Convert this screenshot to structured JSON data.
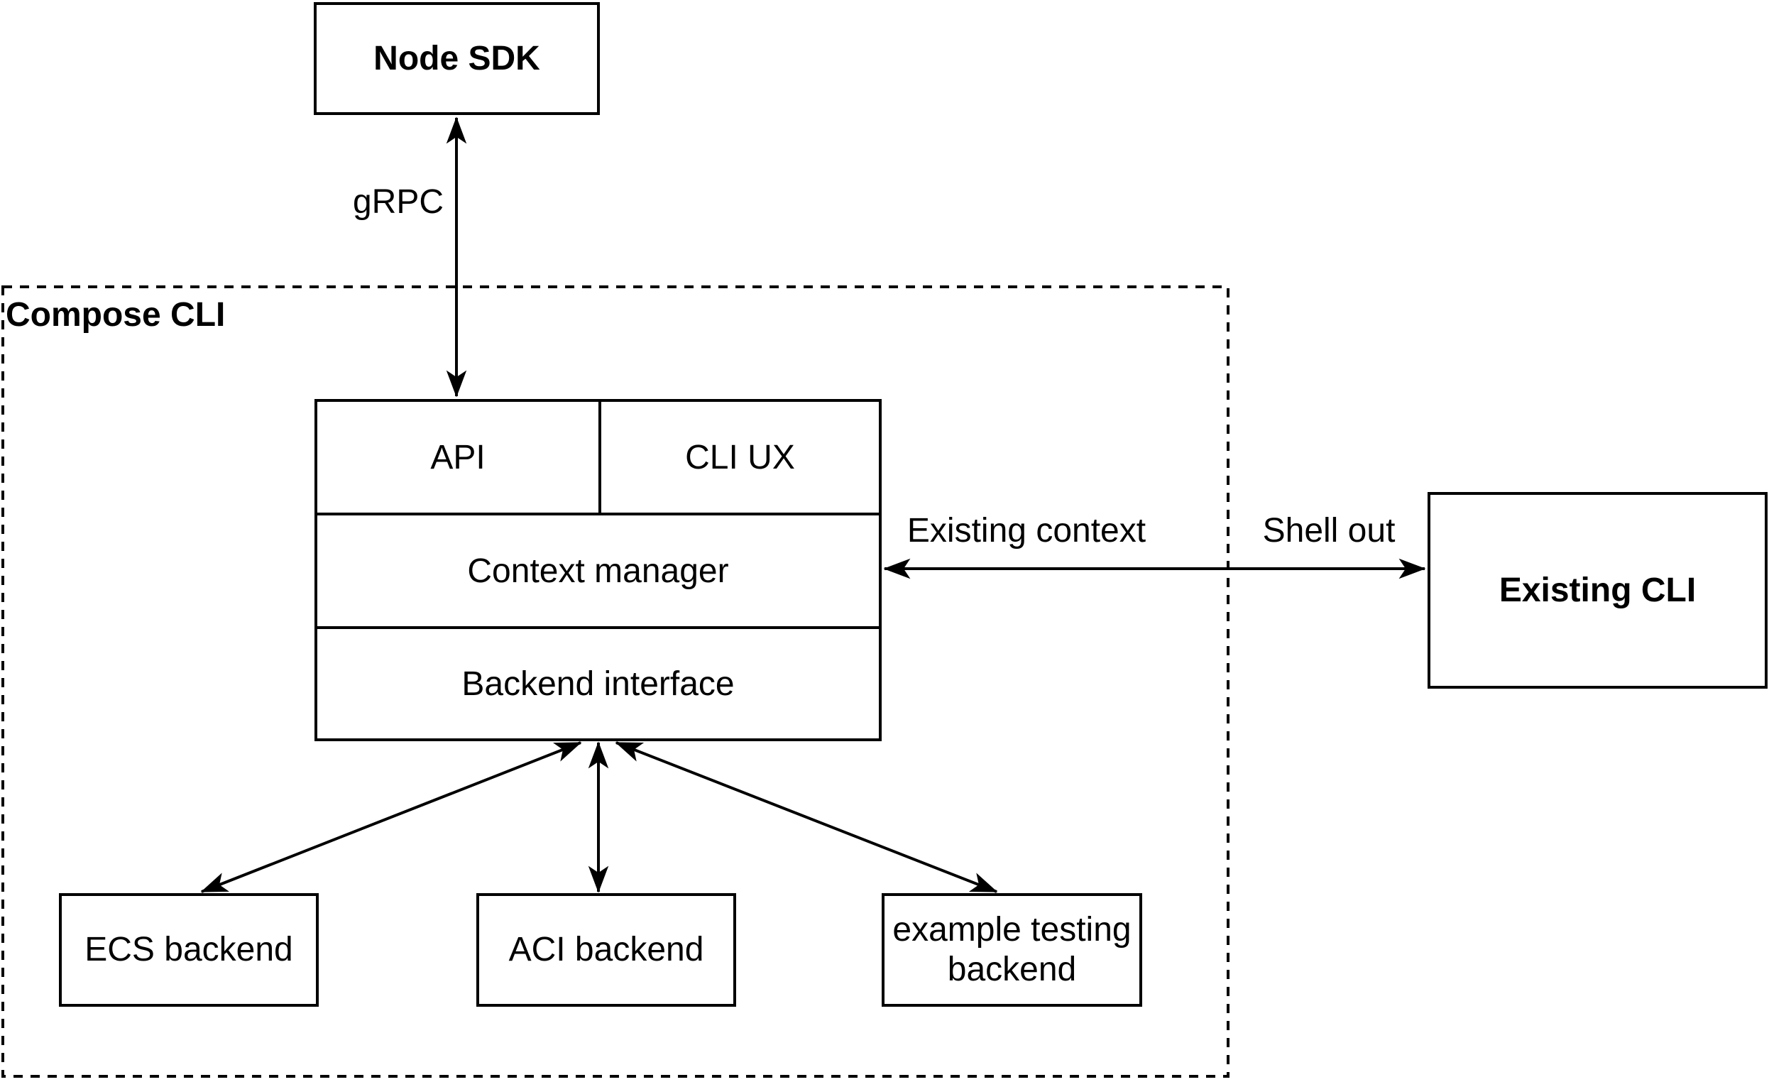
{
  "nodes": {
    "node_sdk": "Node SDK",
    "compose_cli": "Compose CLI",
    "api": "API",
    "cli_ux": "CLI UX",
    "context_manager": "Context manager",
    "backend_interface": "Backend interface",
    "existing_cli": "Existing CLI",
    "ecs_backend": "ECS backend",
    "aci_backend": "ACI backend",
    "example_testing_backend": "example testing backend"
  },
  "edge_labels": {
    "grpc": "gRPC",
    "existing_context": "Existing context",
    "shell_out": "Shell out"
  },
  "colors": {
    "stroke": "#000000",
    "background": "#ffffff",
    "text": "#000000"
  }
}
